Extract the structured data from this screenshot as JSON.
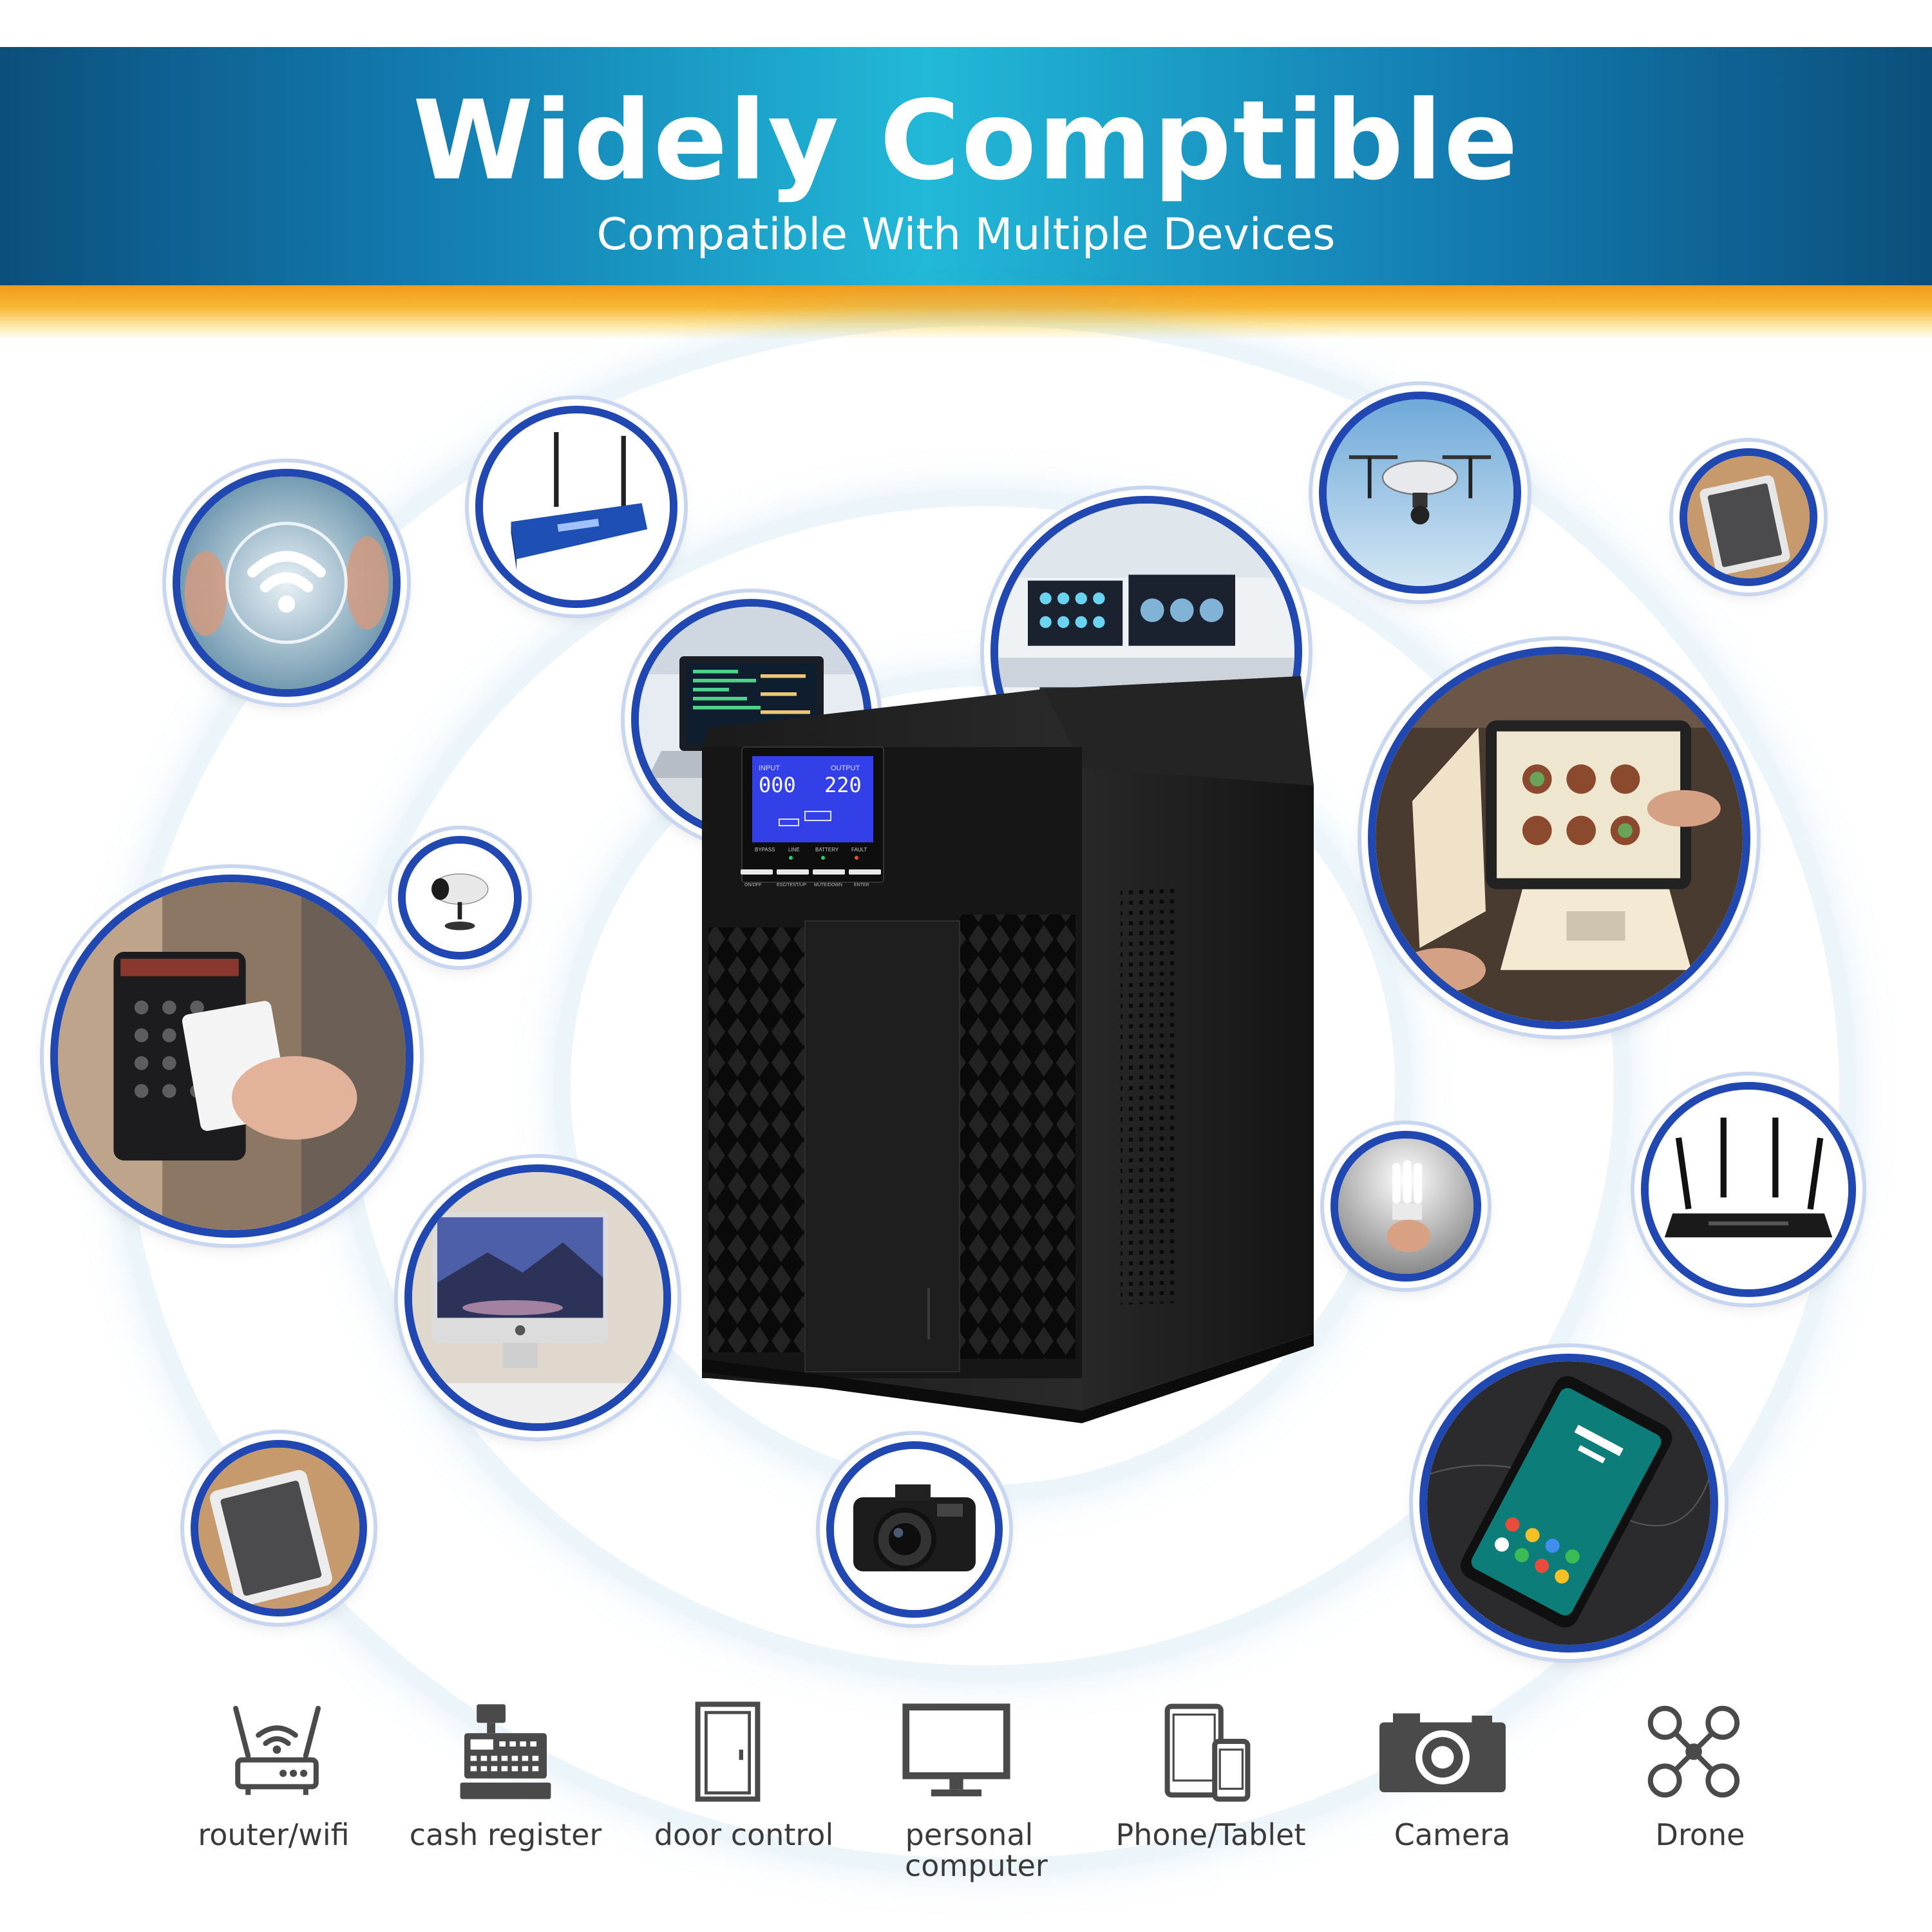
{
  "header": {
    "title": "Widely Comptible",
    "subtitle": "Compatible With Multiple Devices"
  },
  "colors": {
    "banner_dark": "#0b4f7c",
    "banner_light": "#22b8d8",
    "accent_orange": "#f29a1c",
    "circle_border": "#2048b0",
    "icon_gray": "#4a4a4a"
  },
  "photos": [
    {
      "name": "wifi-hand-photo"
    },
    {
      "name": "linksys-router-photo"
    },
    {
      "name": "laptop-code-photo"
    },
    {
      "name": "monitoring-office-photo"
    },
    {
      "name": "drone-photo"
    },
    {
      "name": "tablet-small-photo"
    },
    {
      "name": "pos-terminal-photo"
    },
    {
      "name": "security-camera-photo"
    },
    {
      "name": "door-access-card-photo"
    },
    {
      "name": "light-bulb-photo"
    },
    {
      "name": "wifi-router-antennas-photo"
    },
    {
      "name": "imac-photo"
    },
    {
      "name": "tablet-photo"
    },
    {
      "name": "canon-camera-photo"
    },
    {
      "name": "smartphone-photo"
    }
  ],
  "ups": {
    "display_input_label": "INPUT",
    "display_output_label": "OUTPUT",
    "display_input_value": "000",
    "display_output_value": "220",
    "indicators": [
      "BYPASS",
      "LINE",
      "BATTERY",
      "FAULT"
    ],
    "buttons": [
      "ON/OFF",
      "ESC/TEST/UP",
      "MUTE/DOWN",
      "ENTER"
    ]
  },
  "devices": [
    {
      "label": "router/wifi",
      "icon": "router-icon"
    },
    {
      "label": "cash register",
      "icon": "cash-register-icon"
    },
    {
      "label": "door control",
      "icon": "door-icon"
    },
    {
      "label": "personal computer",
      "icon": "monitor-icon"
    },
    {
      "label": "Phone/Tablet",
      "icon": "phone-tablet-icon"
    },
    {
      "label": "Camera",
      "icon": "camera-icon"
    },
    {
      "label": "Drone",
      "icon": "drone-icon"
    }
  ]
}
